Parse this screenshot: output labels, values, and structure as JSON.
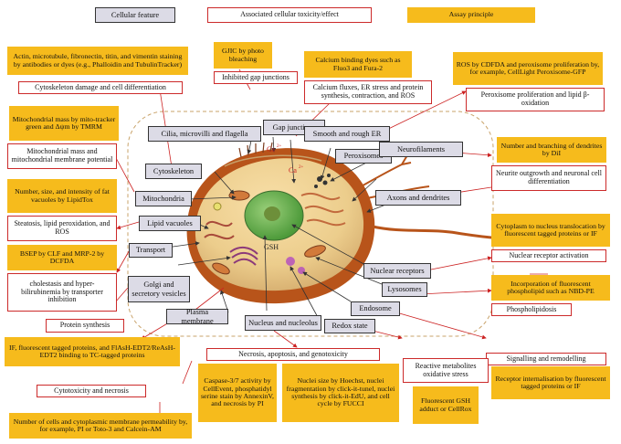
{
  "legend": {
    "feature": "Cellular feature",
    "effect": "Associated cellular toxicity/effect",
    "assay": "Assay principle"
  },
  "cell_labels": {
    "ca1": "Ca",
    "ca2": "Ca",
    "gsh": "GSH",
    "ca_sup": "2+"
  },
  "features": {
    "cilia": "Cilia, microvilli and flagella",
    "gap_junctions": "Gap junctions",
    "smooth_rough_er": "Smooth and rough ER",
    "cytoskeleton": "Cytoskeleton",
    "peroxisomes": "Peroxisomes",
    "neurofilaments": "Neurofilaments",
    "mitochondria": "Mitochondria",
    "axons_dendrites": "Axons and dendrites",
    "lipid_vacuoles": "Lipid vacuoles",
    "transport": "Transport",
    "nuclear_receptors": "Nuclear receptors",
    "golgi": "Golgi and secretory vesicles",
    "lysosomes": "Lysosomes",
    "endosome": "Endosome",
    "plasma_membrane": "Plasma membrane",
    "nucleus": "Nucleus and nucleolus",
    "redox": "Redox state"
  },
  "effects": {
    "cytoskeleton_damage": "Cytoskeleton damage and cell differentiation",
    "gap_inhibited": "Inhibited gap junctions",
    "calcium_fluxes": "Calcium fluxes, ER stress and protein synthesis, contraction, and ROS",
    "peroxisome_prolif": "Peroxisome proliferation and lipid β-oxidation",
    "mito_mass": "Mitochondrial mass and mitochondrial membrane potential",
    "neurite": "Neurite outgrowth and neuronal cell differentiation",
    "steatosis": "Steatosis, lipid peroxidation, and ROS",
    "cholestasis": "cholestasis and hyper-bilirubinemia by transporter inhibition",
    "nuclear_activation": "Nuclear receptor activation",
    "phospholipidosis": "Phospholipidosis",
    "protein_synthesis": "Protein synthesis",
    "signalling": "Signalling and remodelling",
    "necrosis": "Necrosis, apoptosis, and genotoxicity",
    "cytotoxicity": "Cytotoxicity and necrosis",
    "reactive": "Reactive metabolites oxidative stress"
  },
  "assays": {
    "actin": "Actin, microtubule, fibronectin, titin, and vimentin staining by antibodies or dyes (e.g., Phalloidin and TubulinTracker)",
    "gjic": "GJIC by photo bleaching",
    "calcium_dyes": "Calcium binding dyes such as Fluo3 and Fura-2",
    "ros": "ROS by CDFDA and peroxisome proliferation by, for example, CellLight Peroxisome-GFP",
    "mito_tracker": "Mitochondrial mass by mito-tracker green and Δψm by TMRM",
    "dendrites": "Number and branching of dendrites by DiI",
    "fat": "Number, size, and intensity of fat vacuoles by LipidTox",
    "translocation": "Cytoplasm to nucleus translocation by fluorescent tagged proteins or IF",
    "bsep": "BSEP by CLF and MRP-2 by DCFDA",
    "nbd": "Incorporation of fluorescent phospholipid such as NBD-PE",
    "if_tagged": "IF, fluorescent tagged proteins, and FlAsH-EDT2/ReAsH-EDT2 binding to TC-tagged proteins",
    "receptor_intern": "Receptor internalisation by fluorescent tagged proteins or IF",
    "caspase": "Caspase-3/7 activity by CellEvent, phosphatidyl serine stain by AnnexinV, and necrosis by PI",
    "nuclei_size": "Nuclei size by Hoechst, nuclei fragmentation by click-it-tunel, nuclei synthesis by click-it-EdU, and cell cycle by FUCCI",
    "gsh_adduct": "Fluorescent GSH adduct or CellRox",
    "cell_count": "Number of cells and cytoplasmic membrane permeability by, for example, PI or Toto-3 and Calcein-AM"
  }
}
